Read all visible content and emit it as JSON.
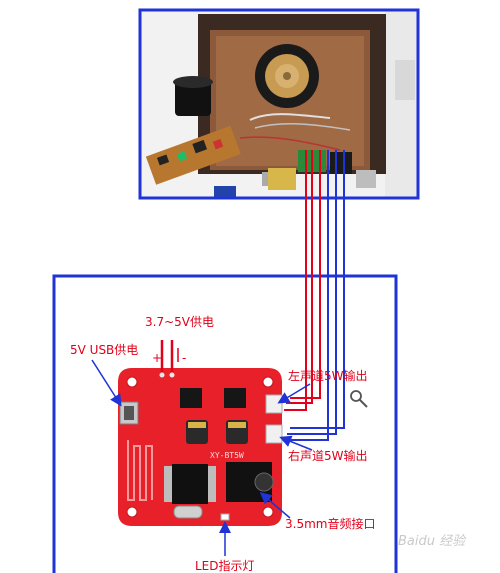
{
  "labels": {
    "power_37_5v": "3.7~5V供电",
    "usb_5v": "5V USB供电",
    "left_channel": "左声道5W输出",
    "right_channel": "右声道5W输出",
    "audio_jack": "3.5mm音频接口",
    "led": "LED指示灯",
    "plus_sign": "+",
    "minus_sign": "-"
  },
  "board": {
    "model": "XY-BT5W"
  },
  "watermark": {
    "text": "Baidu 经验"
  },
  "colors": {
    "frame": "#1f33d6",
    "wire_red": "#e2001a",
    "wire_blue": "#1f33d6",
    "label_red": "#e2001a",
    "board_red": "#e8202a",
    "arrow_blue": "#1f33d6"
  },
  "icons": {
    "zoom": "magnifier-icon"
  }
}
